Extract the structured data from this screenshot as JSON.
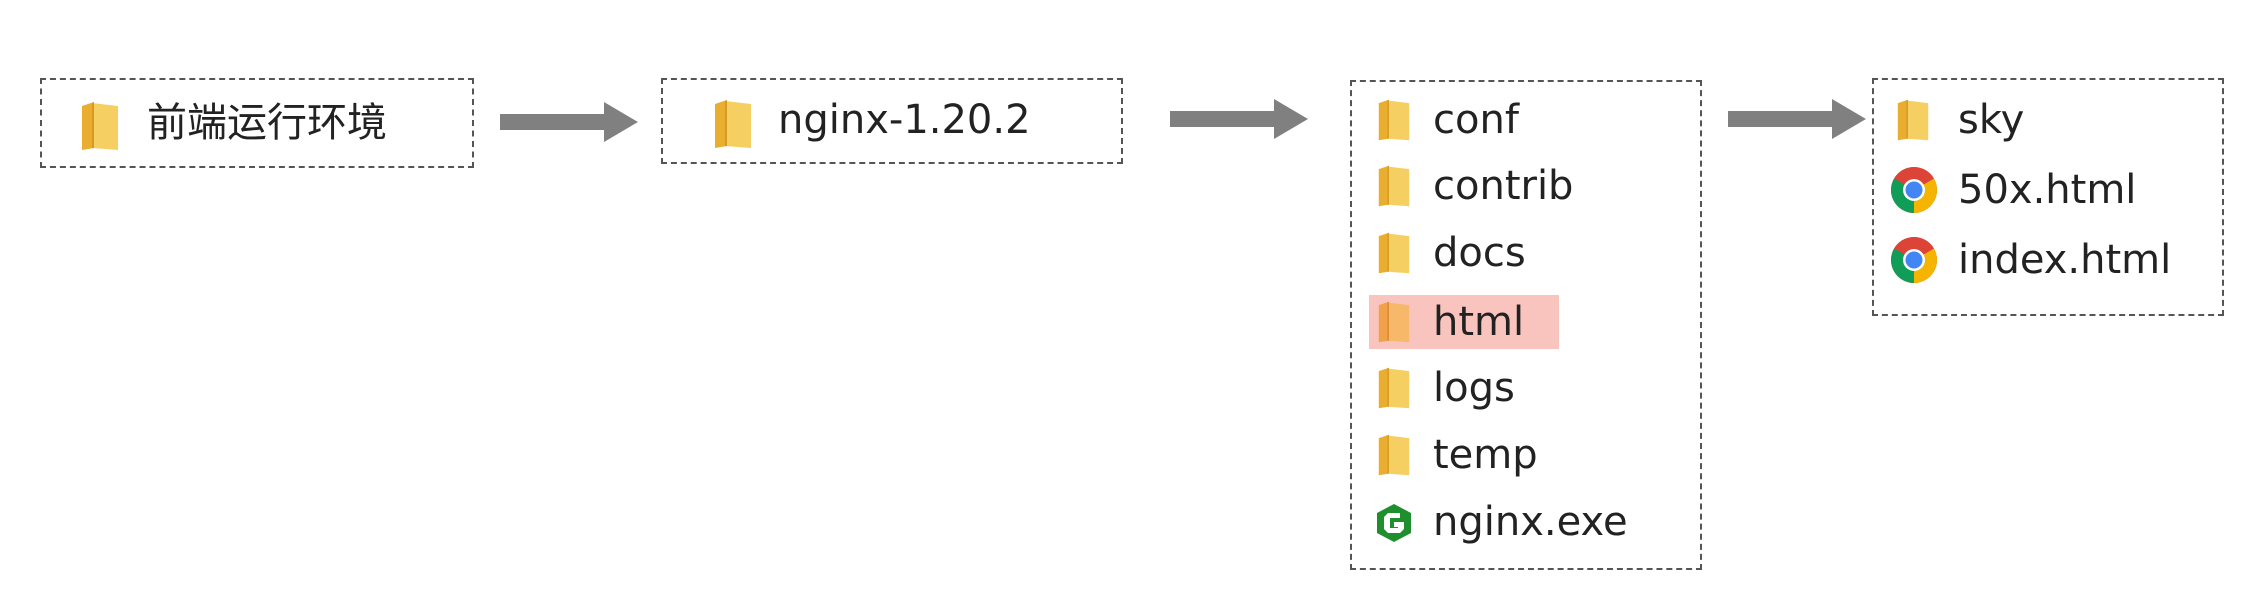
{
  "diagram": {
    "root": {
      "label": "前端运行环境",
      "icon": "folder-icon"
    },
    "nginx_folder": {
      "label": "nginx-1.20.2",
      "icon": "folder-icon"
    },
    "nginx_contents": [
      {
        "label": "conf",
        "icon": "folder-icon"
      },
      {
        "label": "contrib",
        "icon": "folder-icon"
      },
      {
        "label": "docs",
        "icon": "folder-icon"
      },
      {
        "label": "html",
        "icon": "folder-icon",
        "highlighted": true
      },
      {
        "label": "logs",
        "icon": "folder-icon"
      },
      {
        "label": "temp",
        "icon": "folder-icon"
      },
      {
        "label": "nginx.exe",
        "icon": "nginx-exe-icon"
      }
    ],
    "html_contents": [
      {
        "label": "sky",
        "icon": "folder-icon"
      },
      {
        "label": "50x.html",
        "icon": "chrome-icon"
      },
      {
        "label": "index.html",
        "icon": "chrome-icon"
      }
    ],
    "colors": {
      "arrow": "#808080",
      "highlight": "#f9c4bd",
      "folder": "#f3c34f",
      "nginx_green": "#1f8f2e",
      "border": "#555555"
    }
  }
}
